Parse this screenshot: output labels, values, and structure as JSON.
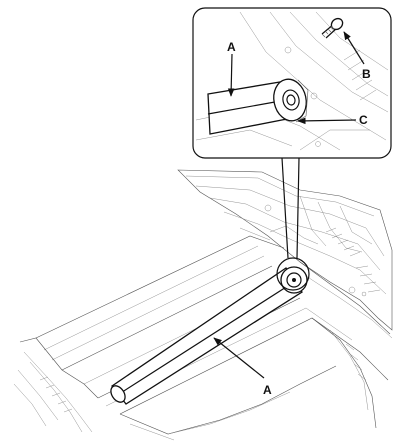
{
  "figure": {
    "labels": {
      "a_inset": "A",
      "b": "B",
      "c": "C",
      "a_main": "A"
    },
    "icons": [
      "bolt-icon",
      "rod-end-icon"
    ]
  }
}
